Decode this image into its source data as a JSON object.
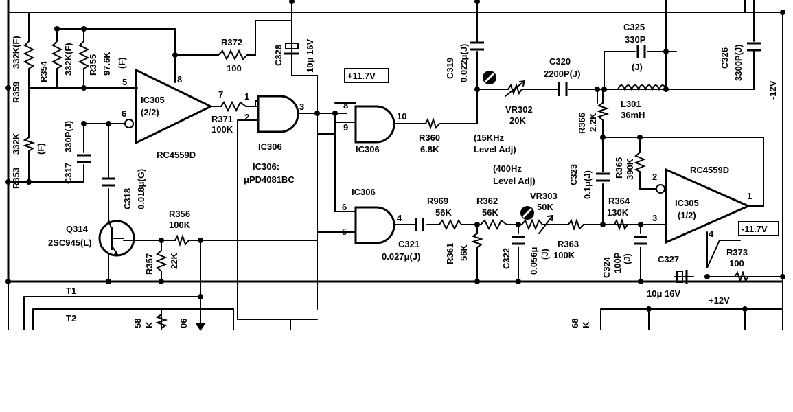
{
  "labels": {
    "r359": "R359",
    "r359v": "332K(F)",
    "r354": "R354",
    "r354v": "332K(F)",
    "r355": "R355",
    "r355v": "97.6K",
    "r355t": "(F)",
    "r353": "R353",
    "r353v": "332K",
    "r353t": "(F)",
    "c317": "C317",
    "c317v": "330P(J)",
    "c318": "C318",
    "c318v": "0.018μ(G)",
    "ic305a": "IC305",
    "ic305a_sub": "(2/2)",
    "rc4559d_a": "RC4559D",
    "pin5a": "5",
    "pin6a": "6",
    "pin7a": "7",
    "pin8a": "8",
    "r372": "R372",
    "r372v": "100",
    "c328": "C328",
    "c328v": "10μ 16V",
    "v117": "+11.7V",
    "r371": "R371",
    "r371v": "100K",
    "ic306_1": "IC306",
    "ic306_note": "IC306:",
    "ic306_part": "μPD4081BC",
    "ic306_2": "IC306",
    "ic306_3": "IC306",
    "p1": "1",
    "p2": "2",
    "p3": "3",
    "p8": "8",
    "p9": "9",
    "p10": "10",
    "p6": "6",
    "p5": "5",
    "p4": "4",
    "r360": "R360",
    "r360v": "6.8K",
    "c319": "C319",
    "c319v": "0.022μ(J)",
    "vr302": "VR302",
    "vr302v": "20K",
    "adj15a": "(15KHz",
    "adj15b": "Level Adj)",
    "adj400a": "(400Hz",
    "adj400b": "Level Adj)",
    "c320": "C320",
    "c320v": "2200P(J)",
    "c325": "C325",
    "c325v": "330P",
    "c325t": "(J)",
    "l301": "L301",
    "l301v": "36mH",
    "c326": "C326",
    "c326v": "3300P(J)",
    "m12": "-12V",
    "r366": "R366",
    "r366v": "2.2K",
    "c323": "C323",
    "c323v": "0.1μ(J)",
    "r365": "R365",
    "r365v": "390K",
    "rc4559d_b": "RC4559D",
    "ic305b": "IC305",
    "ic305b_sub": "(1/2)",
    "pin1b": "1",
    "pin2b": "2",
    "pin3b": "3",
    "pin4b": "4",
    "m117": "-11.7V",
    "r373": "R373",
    "r373v": "100",
    "c327": "C327",
    "c327v": "10μ 16V",
    "p12": "+12V",
    "r969": "R969",
    "r969v": "56K",
    "r362": "R362",
    "r362v": "56K",
    "vr303": "VR303",
    "vr303v": "50K",
    "r364": "R364",
    "r364v": "130K",
    "c321": "C321",
    "c321v": "0.027μ(J)",
    "r361": "R361",
    "r361v": "56K",
    "c322": "C322",
    "c322v": "0.056μ",
    "c322t": "(J)",
    "r363": "R363",
    "r363v": "100K",
    "c324": "C324",
    "c324v": "100P",
    "c324t": "(J)",
    "q314": "Q314",
    "q314v": "2SC945(L)",
    "r356": "R356",
    "r356v": "100K",
    "r357": "R357",
    "r357v": "22K",
    "t1": "T1",
    "t2": "T2",
    "frag58": "58",
    "fragk": "K",
    "frag06": "06",
    "frag68": "68",
    "fragk2": "K"
  }
}
